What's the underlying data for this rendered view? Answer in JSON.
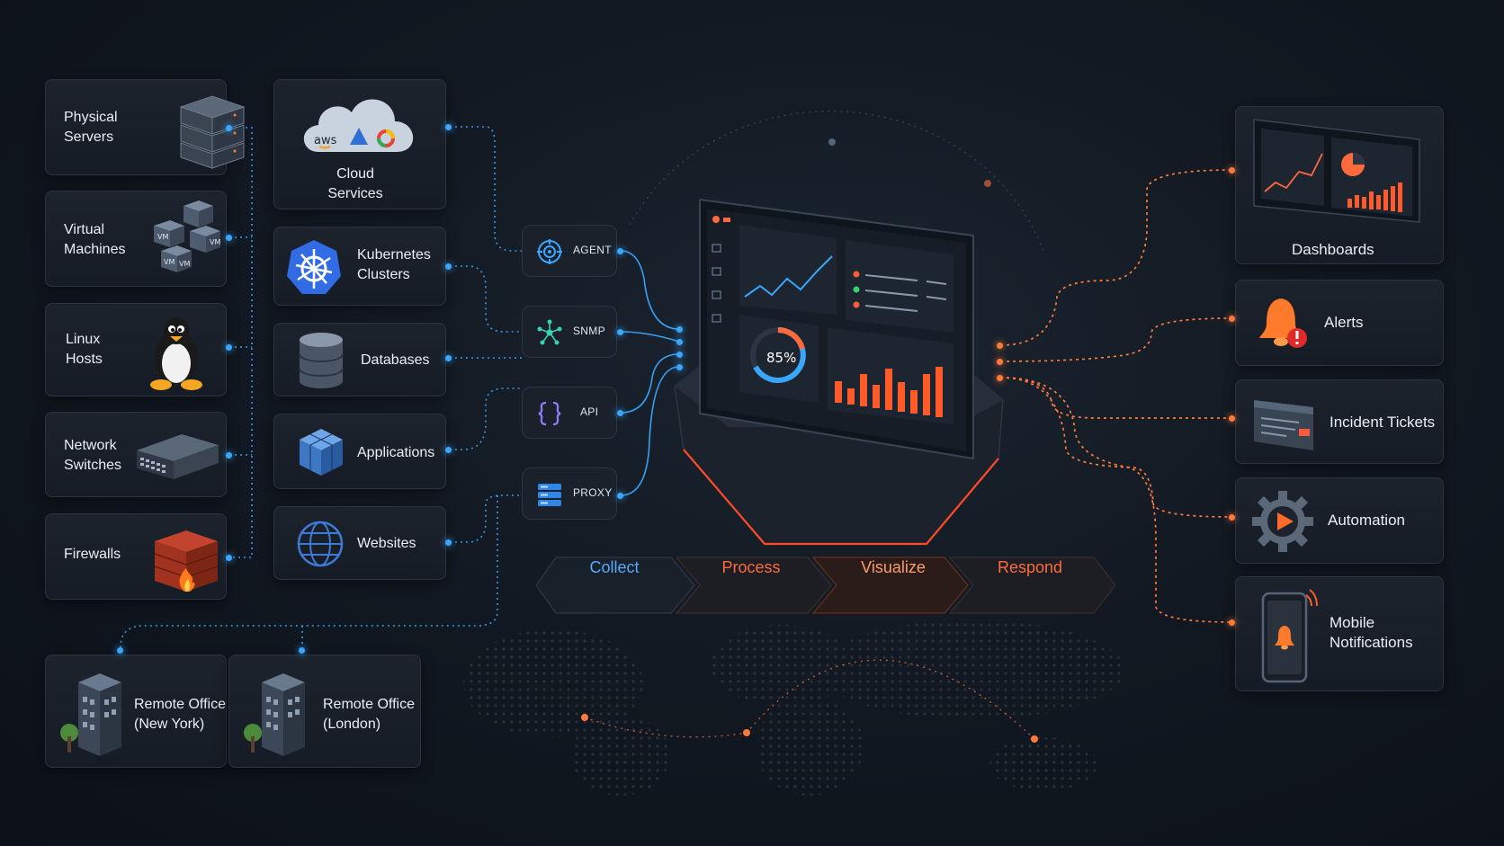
{
  "sources_left": [
    {
      "label": "Physical\nServers",
      "icon": "server-rack-icon"
    },
    {
      "label": "Virtual\nMachines",
      "icon": "vm-cubes-icon"
    },
    {
      "label": "Linux\nHosts",
      "icon": "tux-penguin-icon"
    },
    {
      "label": "Network\nSwitches",
      "icon": "network-switch-icon"
    },
    {
      "label": "Firewalls",
      "icon": "firewall-icon"
    }
  ],
  "sources_mid": [
    {
      "label": "Cloud\nServices",
      "icon": "cloud-icon",
      "cloud_badge": "aws"
    },
    {
      "label": "Kubernetes\nClusters",
      "icon": "kubernetes-icon"
    },
    {
      "label": "Databases",
      "icon": "database-icon"
    },
    {
      "label": "Applications",
      "icon": "applications-icon"
    },
    {
      "label": "Websites",
      "icon": "globe-icon"
    }
  ],
  "remote_offices": [
    {
      "label": "Remote Office\n(New York)",
      "icon": "office-building-icon"
    },
    {
      "label": "Remote Office\n(London)",
      "icon": "office-building-icon"
    }
  ],
  "protocols": [
    {
      "label": "AGENT",
      "icon": "agent-target-icon"
    },
    {
      "label": "SNMP",
      "icon": "snmp-network-icon"
    },
    {
      "label": "API",
      "icon": "api-braces-icon"
    },
    {
      "label": "PROXY",
      "icon": "proxy-server-icon"
    }
  ],
  "hub": {
    "gauge_value": "85%"
  },
  "pipeline": [
    {
      "label": "Collect",
      "color": "#5aa8ff"
    },
    {
      "label": "Process",
      "color": "#ff6a3d"
    },
    {
      "label": "Visualize",
      "color": "#ff9a6a"
    },
    {
      "label": "Respond",
      "color": "#ff6a3d"
    }
  ],
  "outputs": [
    {
      "label": "Dashboards",
      "icon": "dashboard-screen-icon"
    },
    {
      "label": "Alerts",
      "icon": "alert-bell-icon"
    },
    {
      "label": "Incident Tickets",
      "icon": "ticket-icon"
    },
    {
      "label": "Automation",
      "icon": "automation-gear-icon"
    },
    {
      "label": "Mobile\nNotifications",
      "icon": "mobile-phone-icon"
    }
  ],
  "colors": {
    "accent_blue": "#3aa7ff",
    "accent_orange": "#ff7a3a",
    "background": "#121922"
  }
}
